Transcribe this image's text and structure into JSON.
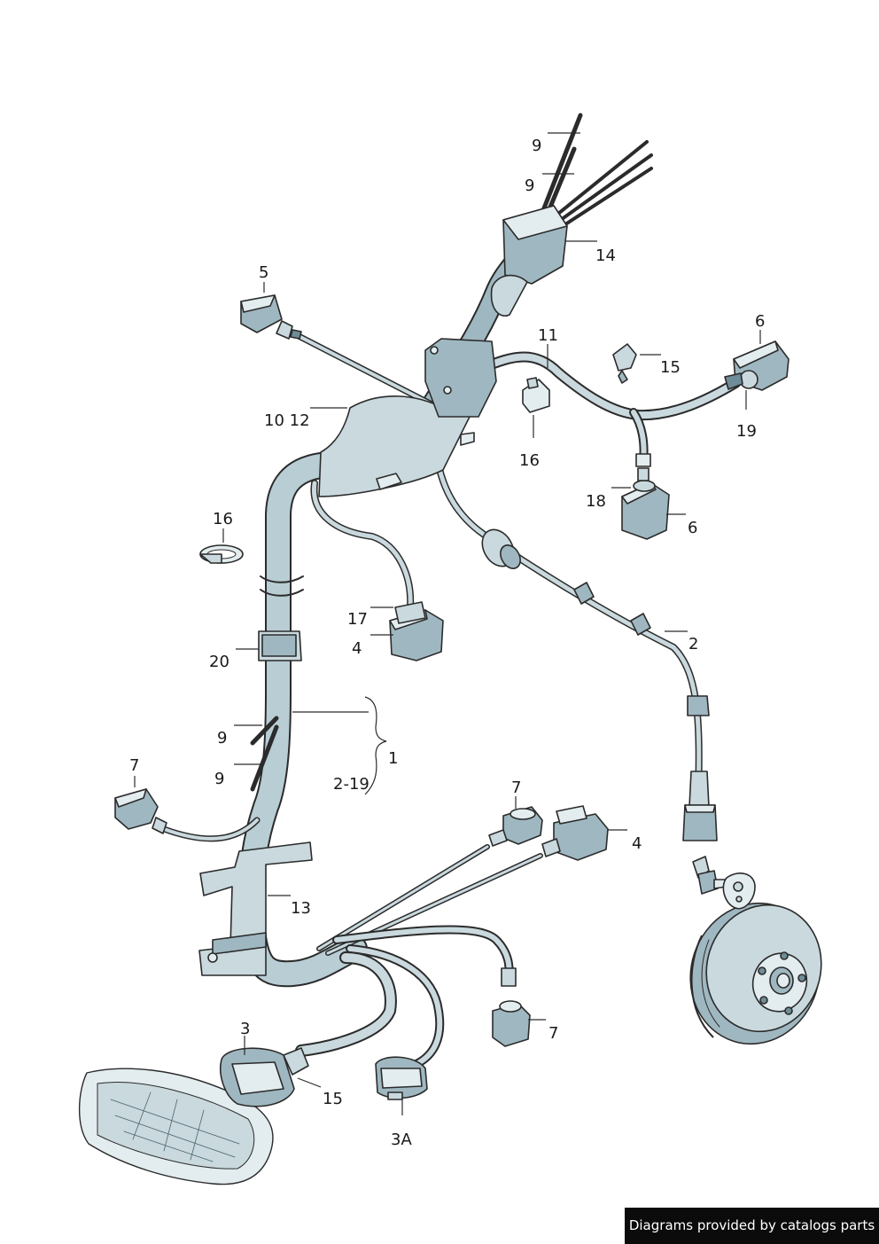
{
  "callouts": [
    {
      "id": "c-9a",
      "label": "9"
    },
    {
      "id": "c-9b",
      "label": "9"
    },
    {
      "id": "c-14",
      "label": "14"
    },
    {
      "id": "c-5",
      "label": "5"
    },
    {
      "id": "c-11",
      "label": "11"
    },
    {
      "id": "c-6a",
      "label": "6"
    },
    {
      "id": "c-15a",
      "label": "15"
    },
    {
      "id": "c-10-12",
      "label": "10 12"
    },
    {
      "id": "c-19",
      "label": "19"
    },
    {
      "id": "c-16a",
      "label": "16"
    },
    {
      "id": "c-18",
      "label": "18"
    },
    {
      "id": "c-6b",
      "label": "6"
    },
    {
      "id": "c-16b",
      "label": "16"
    },
    {
      "id": "c-17",
      "label": "17"
    },
    {
      "id": "c-4a",
      "label": "4"
    },
    {
      "id": "c-2",
      "label": "2"
    },
    {
      "id": "c-20",
      "label": "20"
    },
    {
      "id": "c-9c",
      "label": "9"
    },
    {
      "id": "c-1",
      "label": "1"
    },
    {
      "id": "c-9d",
      "label": "9"
    },
    {
      "id": "c-2-19",
      "label": "2-19"
    },
    {
      "id": "c-7a",
      "label": "7"
    },
    {
      "id": "c-7b",
      "label": "7"
    },
    {
      "id": "c-4b",
      "label": "4"
    },
    {
      "id": "c-13",
      "label": "13"
    },
    {
      "id": "c-3",
      "label": "3"
    },
    {
      "id": "c-7c",
      "label": "7"
    },
    {
      "id": "c-15b",
      "label": "15"
    },
    {
      "id": "c-3a",
      "label": "3A"
    }
  ],
  "footer": {
    "text": "Diagrams provided by catalogs parts"
  },
  "colors": {
    "part_light": "#c9d9de",
    "part_mid": "#9fb7c0",
    "part_dark": "#6f8d98",
    "line": "#2b2b2b",
    "badge_bg": "#0b0b0b"
  }
}
